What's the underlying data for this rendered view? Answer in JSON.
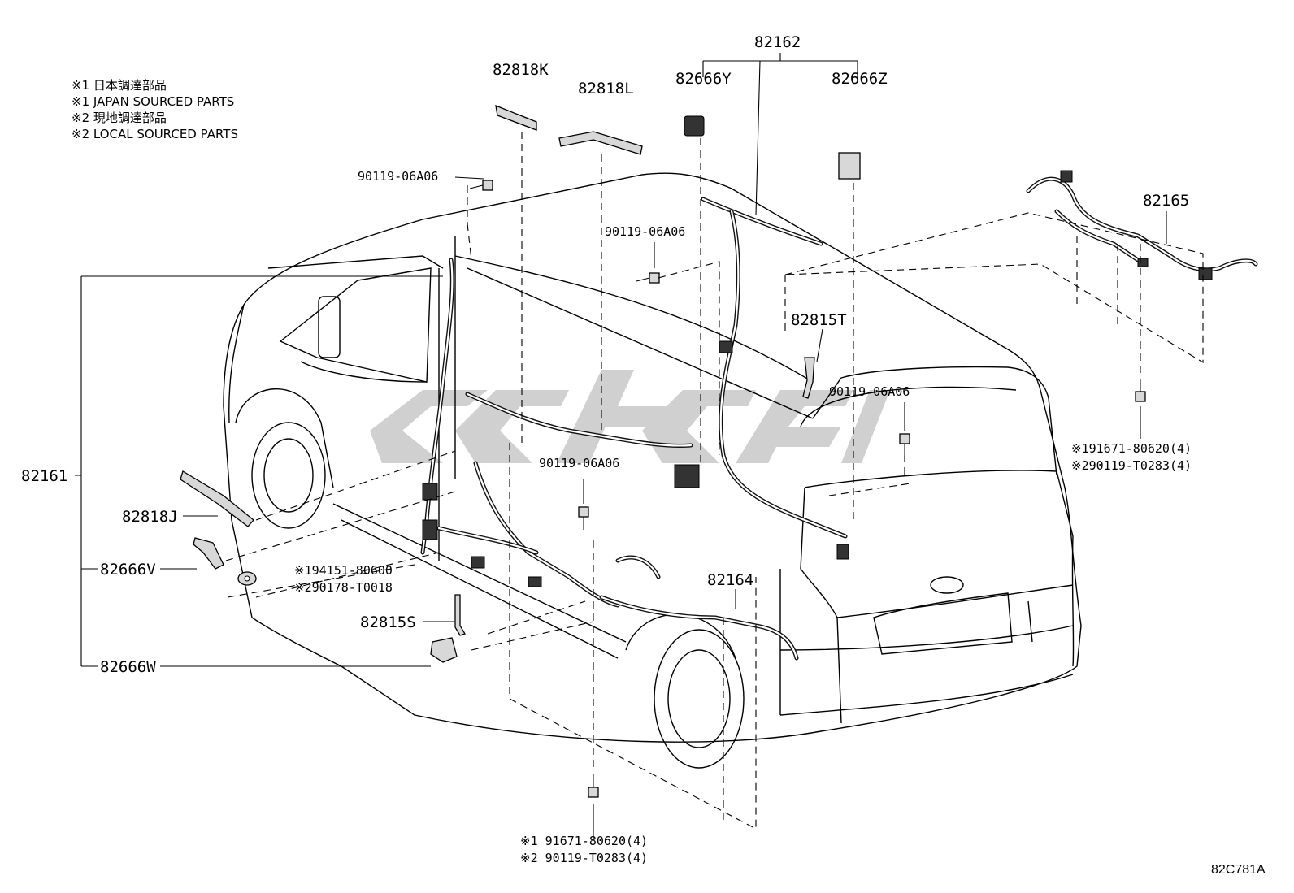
{
  "notes": [
    "※1 日本調達部品",
    "※1 JAPAN SOURCED PARTS",
    "※2 現地調達部品",
    "※2 LOCAL SOURCED PARTS"
  ],
  "labels": {
    "p82162": "82162",
    "p82818K": "82818K",
    "p82818L": "82818L",
    "p82666Y": "82666Y",
    "p82666Z": "82666Z",
    "p82165": "82165",
    "p82815T": "82815T",
    "p82161": "82161",
    "p82818J": "82818J",
    "p82666V": "82666V",
    "p82815S": "82815S",
    "p82666W": "82666W",
    "p82164": "82164",
    "bolt_a": "90119-06A06",
    "bolt_b": "90119-06A06",
    "bolt_c": "90119-06A06",
    "bolt_d": "90119-06A06",
    "clip_1": "※194151-80600",
    "clip_2": "※290178-T0018",
    "right_1": "※191671-80620(4)",
    "right_2": "※290119-T0283(4)",
    "bottom_1": "※1 91671-80620(4)",
    "bottom_2": "※2 90119-T0283(4)"
  },
  "diagram_code": "82C781A",
  "watermark_color": "#c8c8c8"
}
